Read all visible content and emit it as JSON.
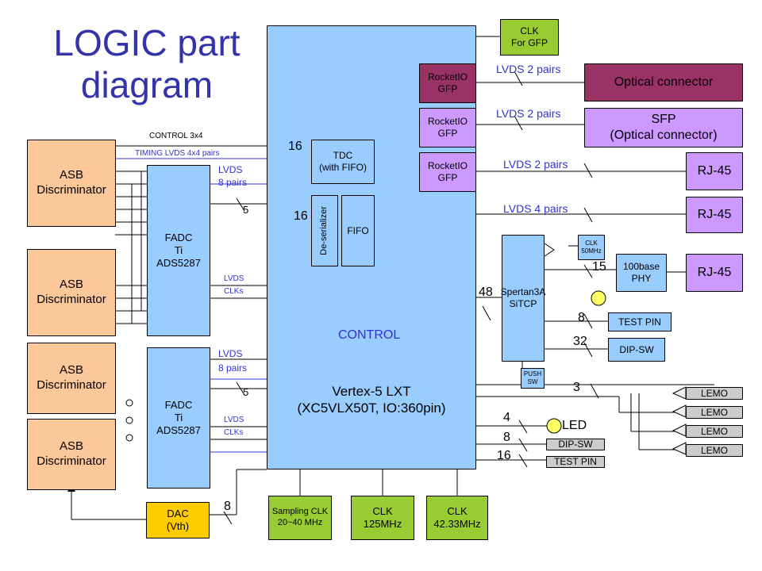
{
  "title": {
    "line1": "LOGIC part",
    "line2": "diagram"
  },
  "fpga": {
    "line1": "Vertex-5 LXT",
    "line2": "(XC5VLX50T, IO:360pin)"
  },
  "asb": [
    {
      "line1": "ASB",
      "line2": "Discriminator"
    },
    {
      "line1": "ASB",
      "line2": "Discriminator"
    },
    {
      "line1": "ASB",
      "line2": "Discriminator"
    },
    {
      "line1": "ASB",
      "line2": "Discriminator"
    }
  ],
  "fadc": [
    {
      "line1": "FADC",
      "line2": "Ti",
      "line3": "ADS5287"
    },
    {
      "line1": "FADC",
      "line2": "Ti",
      "line3": "ADS5287"
    }
  ],
  "dac": {
    "line1": "DAC",
    "line2": "(Vth)"
  },
  "tdc": {
    "line1": "TDC",
    "line2": "(with FIFO)"
  },
  "deserializer": "De-serializer",
  "fifo": "FIFO",
  "rocketio": [
    {
      "line1": "RocketIO",
      "line2": "GFP"
    },
    {
      "line1": "RocketIO",
      "line2": "GFP"
    },
    {
      "line1": "RocketIO",
      "line2": "GFP"
    }
  ],
  "clk_gfp": {
    "line1": "CLK",
    "line2": "For  GFP"
  },
  "optical": "Optical connector",
  "sfp": {
    "line1": "SFP",
    "line2": "(Optical connector)"
  },
  "rj45": [
    "RJ-45",
    "RJ-45",
    "RJ-45"
  ],
  "spartan": {
    "line1": "Spertan3A",
    "line2": "SiTCP"
  },
  "clk50": {
    "line1": "CLK",
    "line2": "50MHz"
  },
  "phy": {
    "line1": "100base",
    "line2": "PHY"
  },
  "test_pin": "TEST PIN",
  "dip_sw": "DIP-SW",
  "push_sw": {
    "line1": "PUSH",
    "line2": "SW"
  },
  "lemo": [
    "LEMO",
    "LEMO",
    "LEMO",
    "LEMO"
  ],
  "led": "LED",
  "dip_sw_small": "DIP-SW",
  "test_pin_small": "TEST PIN",
  "clocks": [
    {
      "line1": "Sampling CLK",
      "line2": "20~40 MHz"
    },
    {
      "line1": "CLK",
      "line2": "125MHz"
    },
    {
      "line1": "CLK",
      "line2": "42.33MHz"
    }
  ],
  "labels": {
    "control_3x4": "CONTROL  3x4",
    "timing": "TIMING LVDS 4x4 pairs",
    "lvds_8pairs_1a": "LVDS",
    "lvds_8pairs_1b": "8 pairs",
    "lvds_8pairs_2a": "LVDS",
    "lvds_8pairs_2b": "8 pairs",
    "lvds_clks_1a": "LVDS",
    "lvds_clks_1b": "CLKs",
    "lvds_clks_2a": "LVDS",
    "lvds_clks_2b": "CLKs",
    "n5_1": "5",
    "n5_2": "5",
    "n16_tdc": "16",
    "n16_deser": "16",
    "n48": "48",
    "n15": "15",
    "n8_test": "8",
    "n32": "32",
    "n3": "3",
    "n4": "4",
    "n8_dip": "8",
    "n16_test": "16",
    "n8_dac": "8",
    "lvds2_opt": "LVDS 2 pairs",
    "lvds2_sfp": "LVDS 2 pairs",
    "lvds2_rj": "LVDS 2 pairs",
    "lvds4_rj": "LVDS 4 pairs",
    "control": "CONTROL"
  },
  "colors": {
    "asb": "#fcc89a",
    "fadc": "#99ccff",
    "fpga": "#99ccff",
    "rocketio": "#cc99ff",
    "optical": "#993366",
    "clock": "#99cc33",
    "dac": "#ffcc00",
    "arrow": "#0000ff",
    "text_blue": "#3333cc"
  }
}
